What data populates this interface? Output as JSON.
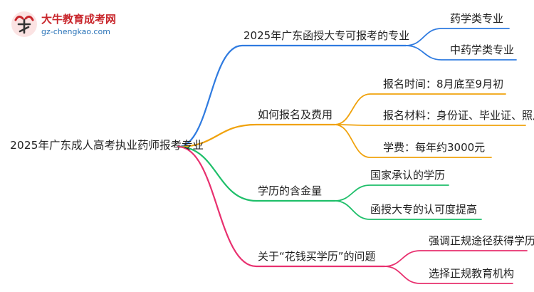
{
  "logo": {
    "name": "大牛教育成考网",
    "url": "gz-chengkao.com"
  },
  "root": "2025年广东成人高考执业药师报考专业",
  "branches": [
    {
      "label": "2025年广东函授大专可报考的专业",
      "color": "#2f7be0",
      "children": [
        "药学类专业",
        "中药学类专业"
      ]
    },
    {
      "label": "如何报名及费用",
      "color": "#f0a20c",
      "children": [
        "报名时间：8月底至9月初",
        "报名材料：身份证、毕业证、照片",
        "学费：每年约3000元"
      ]
    },
    {
      "label": "学历的含金量",
      "color": "#1fbf6a",
      "children": [
        "国家承认的学历",
        "函授大专的认可度提高"
      ]
    },
    {
      "label": "关于“花钱买学历”的问题",
      "color": "#e8306f",
      "children": [
        "强调正规途径获得学历",
        "选择正规教育机构"
      ]
    }
  ]
}
